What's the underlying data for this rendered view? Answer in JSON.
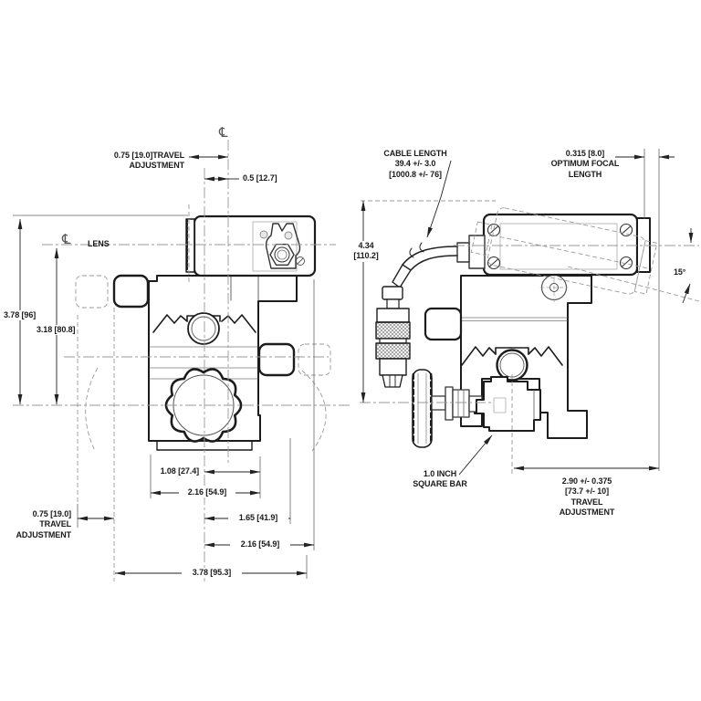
{
  "drawing": {
    "left_view": {
      "dim_travel_top": "0.75 [19.0]TRAVEL\nADJUSTMENT",
      "dim_offset": "0.5 [12.7]",
      "centerline_symbol": "℄",
      "lens_symbol": "℄",
      "lens_label": "LENS",
      "dim_height_total": "3.78 [96]",
      "dim_height_lens": "3.18 [80.8]",
      "dim_width_half": "1.08 [27.4]",
      "dim_width_body": "2.16 [54.9]",
      "dim_width_knob": "1.65 [41.9]",
      "dim_width_laser": "2.16 [54.9]",
      "dim_width_total": "3.78 [95.3]",
      "dim_travel_bottom": "0.75 [19.0]\nTRAVEL\nADJUSTMENT"
    },
    "right_view": {
      "cable_note": "CABLE LENGTH\n39.4 +/- 3.0\n[1000.8 +/- 76]",
      "focal_note": "0.315 [8.0]\nOPTIMUM FOCAL\nLENGTH",
      "dim_height": "4.34\n[110.2]",
      "angle_note": "15°",
      "bar_note": "1.0 INCH\nSQUARE BAR",
      "dim_travel": "2.90 +/- 0.375\n[73.7 +/- 10]\nTRAVEL\nADJUSTMENT"
    },
    "colors": {
      "line": "#1c1c1c",
      "dim": "#222222",
      "phantom": "#999999"
    }
  }
}
